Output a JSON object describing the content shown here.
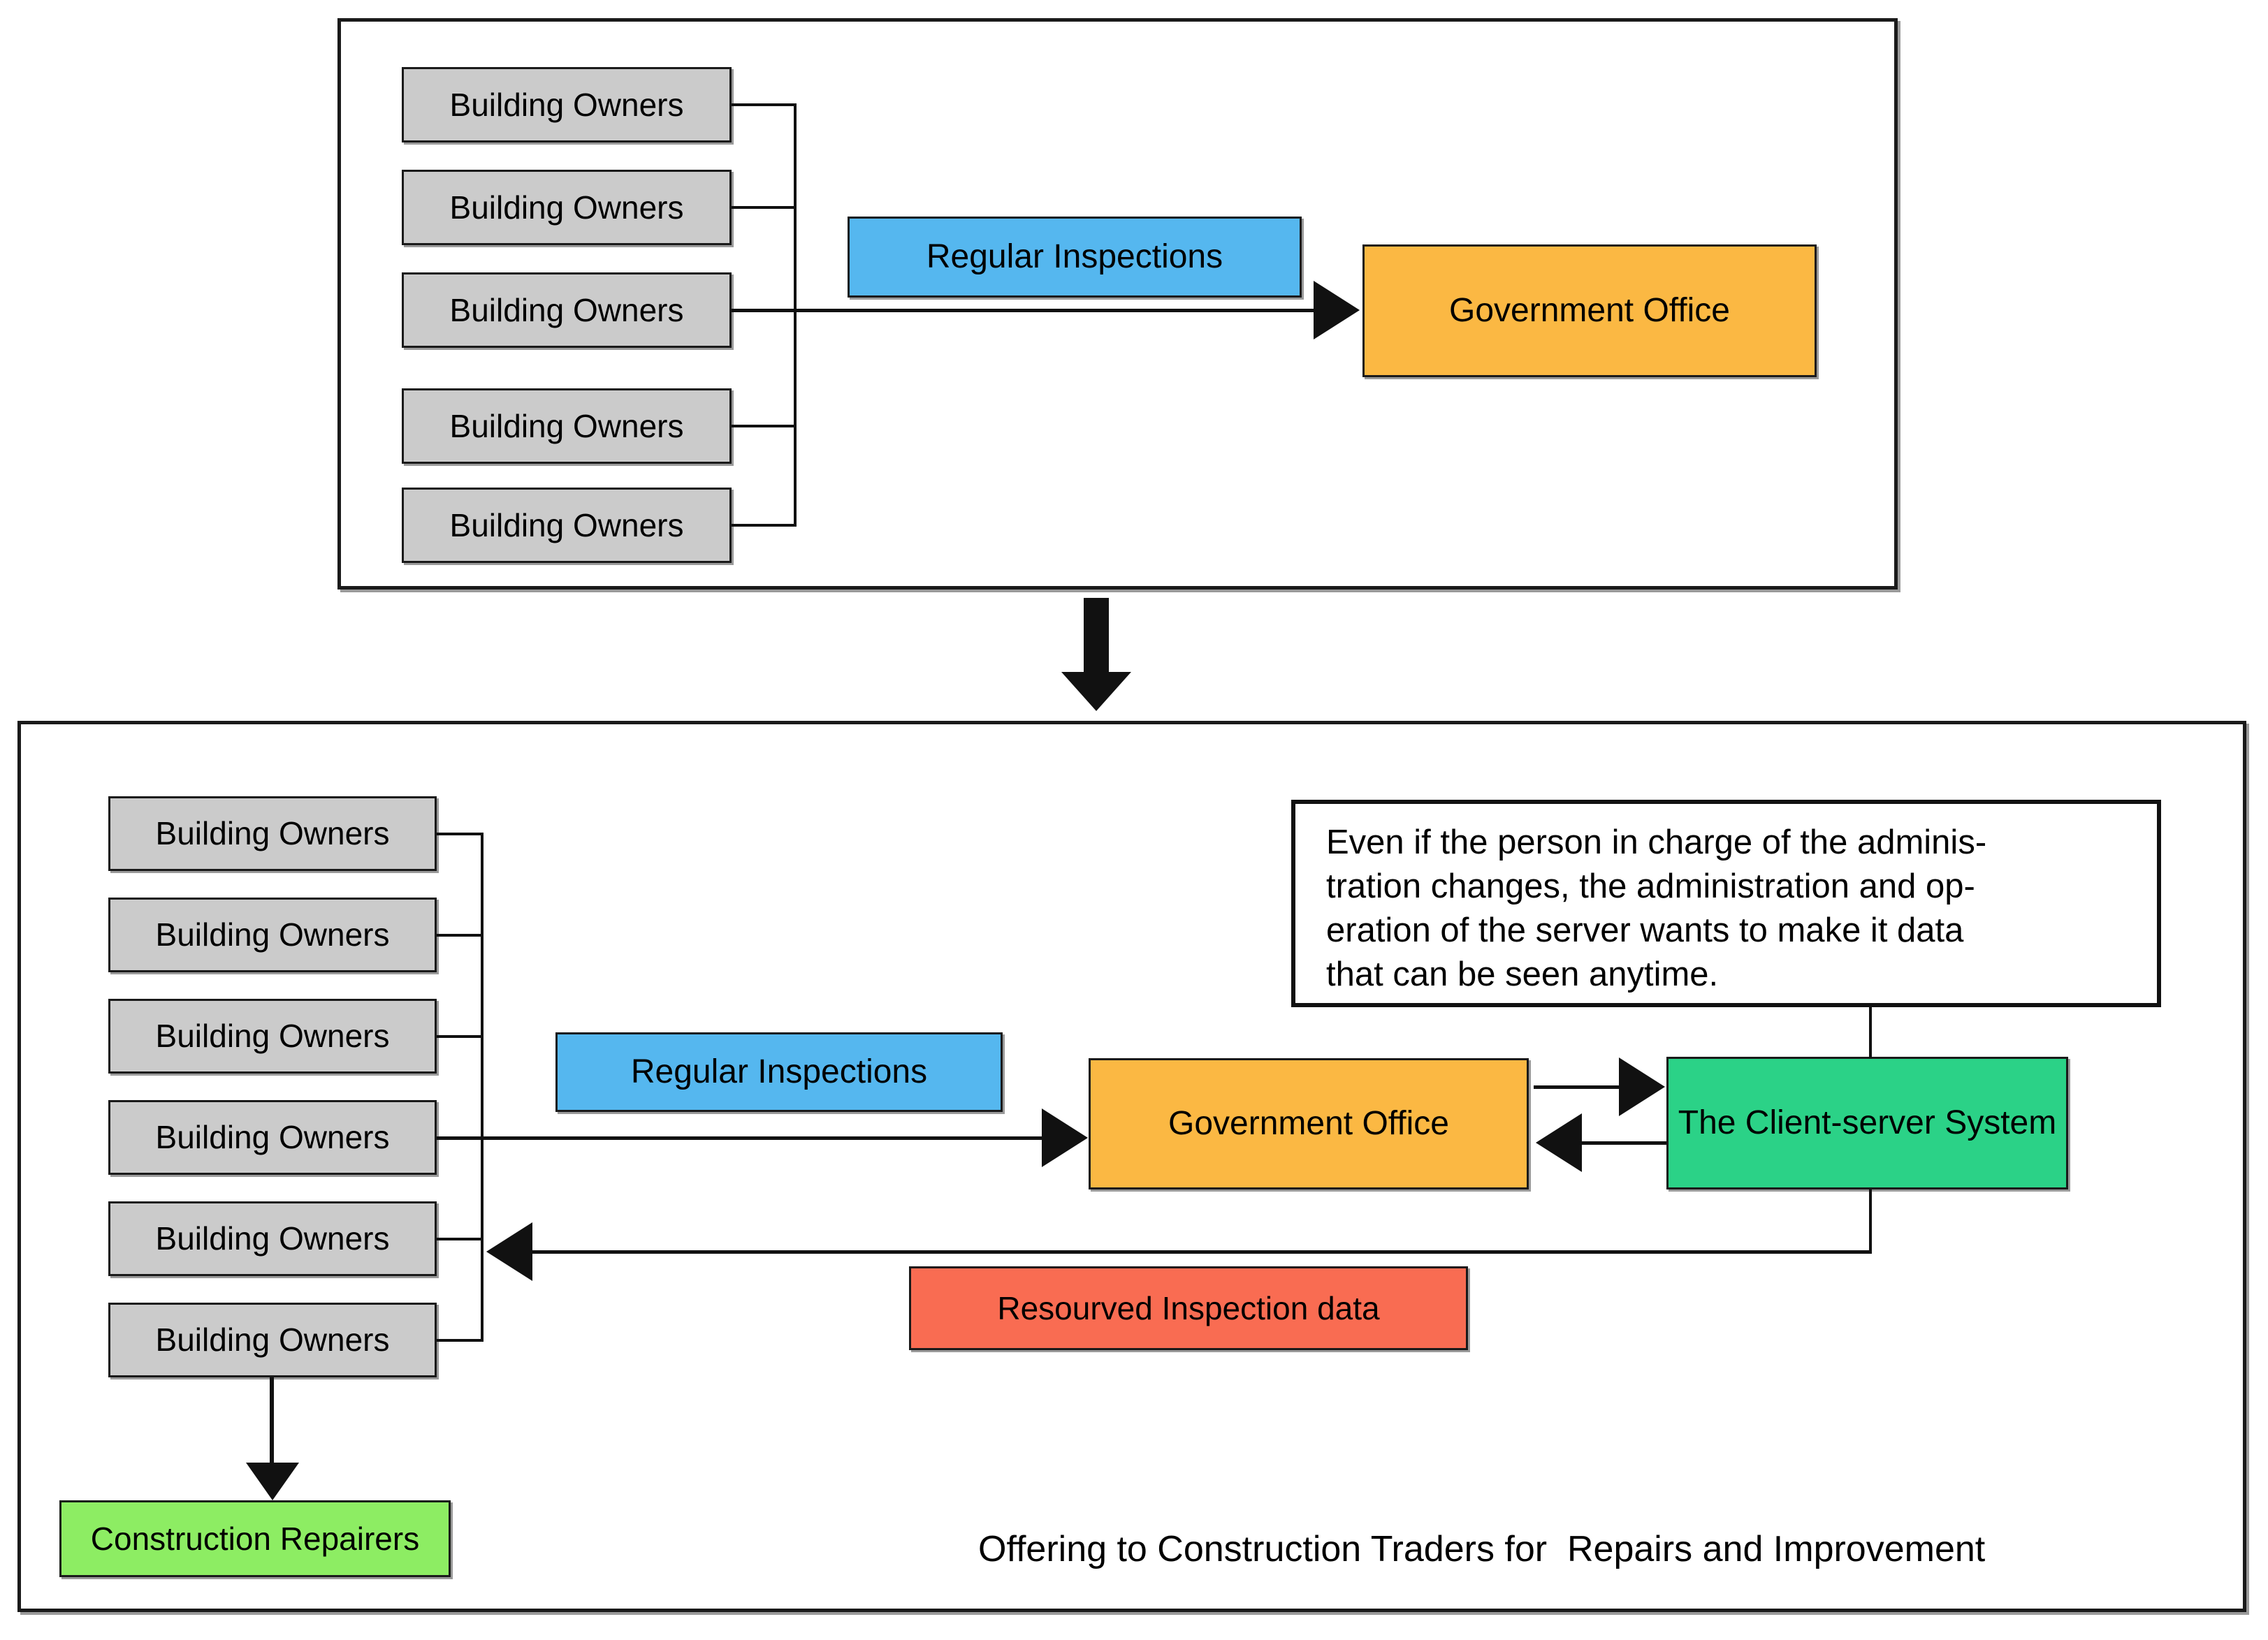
{
  "labels": {
    "building_owners": "Building Owners",
    "regular_inspections": "Regular Inspections",
    "government_office": "Government Office",
    "client_server_system": "The Client-server System",
    "resourced_inspection_data": "Resourved Inspection data",
    "construction_repairers": "Construction Repairers",
    "caption": "Offering to Construction Traders for  Repairs and Improvement"
  },
  "note": {
    "lines": [
      "Even if the person in charge of the adminis-",
      "tration changes, the administration and op-",
      "eration of the server wants to make it data",
      "that can be seen anytime."
    ]
  },
  "top_panel": {
    "building_owner_count": 5
  },
  "bottom_panel": {
    "building_owner_count": 6
  },
  "colors": {
    "gray_box": "#cbcbcb",
    "blue_box": "#55b7ef",
    "orange_box": "#fbb843",
    "green_box": "#2bd287",
    "light_green_box": "#8ded63",
    "red_box": "#f96c52",
    "line": "#111111",
    "background": "#ffffff"
  }
}
